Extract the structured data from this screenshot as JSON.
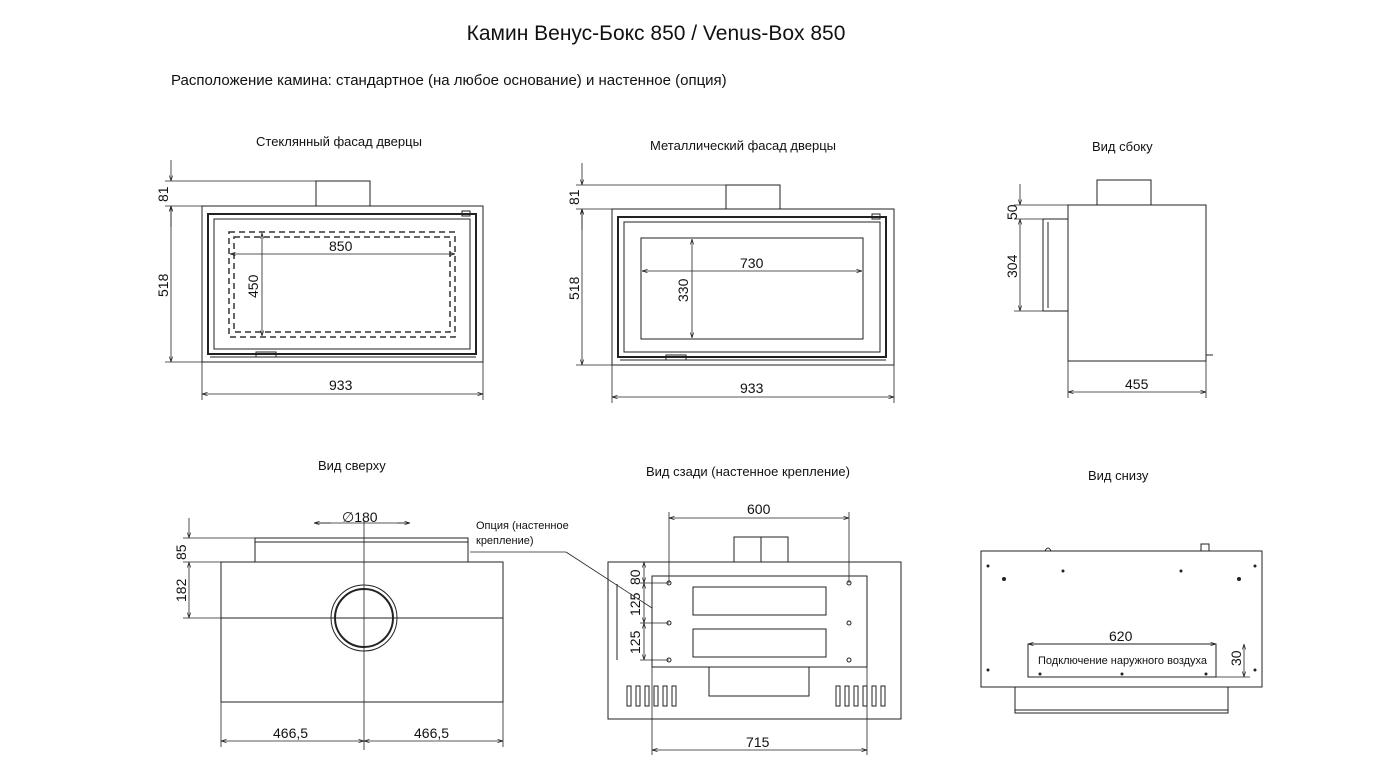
{
  "title": "Камин Венус-Бокс 850 / Venus-Box 850",
  "subtitle": "Расположение камина: стандартное (на любое основание) и настенное (опция)",
  "views": {
    "glass_front": "Стеклянный фасад дверцы",
    "metal_front": "Металлический фасад дверцы",
    "side": "Вид сбоку",
    "top": "Вид сверху",
    "rear": "Вид сзади (настенное крепление)",
    "bottom": "Вид снизу"
  },
  "dims": {
    "glass": {
      "h_top": "81",
      "h_total": "518",
      "inner_w": "850",
      "inner_h": "450",
      "w": "933"
    },
    "metal": {
      "h_top": "81",
      "h_total": "518",
      "inner_w": "730",
      "inner_h": "330",
      "w": "933"
    },
    "side": {
      "h_top": "50",
      "h_door": "304",
      "depth": "455"
    },
    "top": {
      "flue": "∅180",
      "h_flange": "85",
      "h_body": "182",
      "w_left": "466,5",
      "w_right": "466,5"
    },
    "rear": {
      "w_top": "600",
      "h_a": "80",
      "h_b": "125",
      "h_c": "125",
      "w": "715"
    },
    "bottom": {
      "w": "620",
      "h": "30"
    }
  },
  "notes": {
    "wall_option_1": "Опция (настенное",
    "wall_option_2": "крепление)",
    "air_inlet": "Подключение наружного воздуха"
  }
}
